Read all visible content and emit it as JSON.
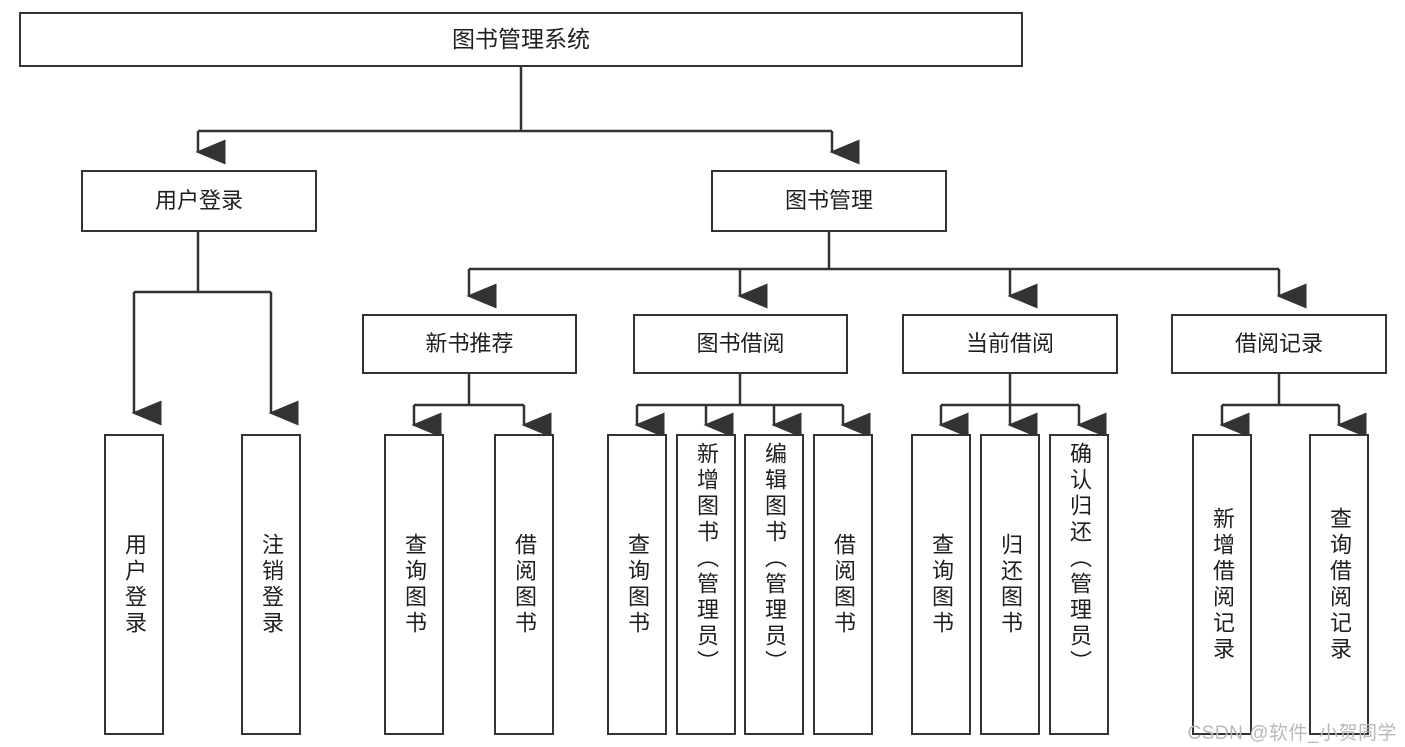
{
  "diagram": {
    "title": "图书管理系统",
    "watermark": "CSDN @软件_小贺同学",
    "colors": {
      "stroke": "#333333",
      "box_fill": "#ffffff",
      "text": "#1f1f1f",
      "watermark": "#b9b9b9",
      "background": "#ffffff"
    },
    "root": {
      "label": "图书管理系统"
    },
    "level1": [
      {
        "label": "用户登录"
      },
      {
        "label": "图书管理"
      }
    ],
    "level2": [
      {
        "label": "新书推荐"
      },
      {
        "label": "图书借阅"
      },
      {
        "label": "当前借阅"
      },
      {
        "label": "借阅记录"
      }
    ],
    "leaves": {
      "user_login": [
        {
          "label": "用户登录"
        },
        {
          "label": "注销登录"
        }
      ],
      "new_book_recommend": [
        {
          "label": "查询图书"
        },
        {
          "label": "借阅图书"
        }
      ],
      "book_borrow": [
        {
          "label": "查询图书"
        },
        {
          "label": "新增图书（管理员）"
        },
        {
          "label": "编辑图书（管理员）"
        },
        {
          "label": "借阅图书"
        }
      ],
      "current_borrow": [
        {
          "label": "查询图书"
        },
        {
          "label": "归还图书"
        },
        {
          "label": "确认归还（管理员）"
        }
      ],
      "borrow_record": [
        {
          "label": "新增借阅记录"
        },
        {
          "label": "查询借阅记录"
        }
      ]
    }
  },
  "chart_data": {
    "type": "diagram",
    "diagram_kind": "tree",
    "title": "图书管理系统",
    "orientation": "top-down",
    "nodes": [
      {
        "id": "root",
        "label": "图书管理系统",
        "level": 0
      },
      {
        "id": "user-login",
        "label": "用户登录",
        "level": 1
      },
      {
        "id": "book-manage",
        "label": "图书管理",
        "level": 1
      },
      {
        "id": "new-book",
        "label": "新书推荐",
        "level": 2
      },
      {
        "id": "book-borrow",
        "label": "图书借阅",
        "level": 2
      },
      {
        "id": "current-borrow",
        "label": "当前借阅",
        "level": 2
      },
      {
        "id": "borrow-record",
        "label": "借阅记录",
        "level": 2
      },
      {
        "id": "leaf-user-login",
        "label": "用户登录",
        "level": 3
      },
      {
        "id": "leaf-logout",
        "label": "注销登录",
        "level": 3
      },
      {
        "id": "leaf-nb-query",
        "label": "查询图书",
        "level": 3
      },
      {
        "id": "leaf-nb-borrow",
        "label": "借阅图书",
        "level": 3
      },
      {
        "id": "leaf-bb-query",
        "label": "查询图书",
        "level": 3
      },
      {
        "id": "leaf-bb-add",
        "label": "新增图书（管理员）",
        "level": 3
      },
      {
        "id": "leaf-bb-edit",
        "label": "编辑图书（管理员）",
        "level": 3
      },
      {
        "id": "leaf-bb-borrow",
        "label": "借阅图书",
        "level": 3
      },
      {
        "id": "leaf-cb-query",
        "label": "查询图书",
        "level": 3
      },
      {
        "id": "leaf-cb-return",
        "label": "归还图书",
        "level": 3
      },
      {
        "id": "leaf-cb-confirm",
        "label": "确认归还（管理员）",
        "level": 3
      },
      {
        "id": "leaf-br-add",
        "label": "新增借阅记录",
        "level": 3
      },
      {
        "id": "leaf-br-query",
        "label": "查询借阅记录",
        "level": 3
      }
    ],
    "edges": [
      {
        "from": "root",
        "to": "user-login"
      },
      {
        "from": "root",
        "to": "book-manage"
      },
      {
        "from": "user-login",
        "to": "leaf-user-login"
      },
      {
        "from": "user-login",
        "to": "leaf-logout"
      },
      {
        "from": "book-manage",
        "to": "new-book"
      },
      {
        "from": "book-manage",
        "to": "book-borrow"
      },
      {
        "from": "book-manage",
        "to": "current-borrow"
      },
      {
        "from": "book-manage",
        "to": "borrow-record"
      },
      {
        "from": "new-book",
        "to": "leaf-nb-query"
      },
      {
        "from": "new-book",
        "to": "leaf-nb-borrow"
      },
      {
        "from": "book-borrow",
        "to": "leaf-bb-query"
      },
      {
        "from": "book-borrow",
        "to": "leaf-bb-add"
      },
      {
        "from": "book-borrow",
        "to": "leaf-bb-edit"
      },
      {
        "from": "book-borrow",
        "to": "leaf-bb-borrow"
      },
      {
        "from": "current-borrow",
        "to": "leaf-cb-query"
      },
      {
        "from": "current-borrow",
        "to": "leaf-cb-return"
      },
      {
        "from": "current-borrow",
        "to": "leaf-cb-confirm"
      },
      {
        "from": "borrow-record",
        "to": "leaf-br-add"
      },
      {
        "from": "borrow-record",
        "to": "leaf-br-query"
      }
    ]
  }
}
